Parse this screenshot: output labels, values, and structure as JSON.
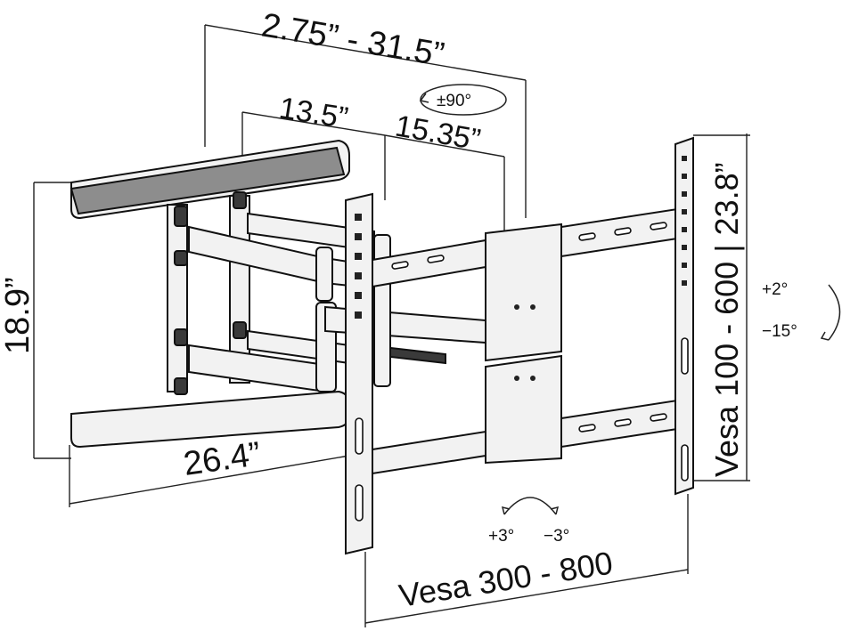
{
  "dimensions": {
    "arm_extension": "2.75” - 31.5”",
    "arm_segment_1": "13.5”",
    "arm_segment_2": "15.35”",
    "wall_plate_height": "18.9”",
    "wall_plate_width": "26.4”",
    "vesa_vertical": "Vesa 100 - 600 | 23.8”",
    "vesa_horizontal": "Vesa 300 - 800"
  },
  "rotation": {
    "swivel": "±90°",
    "tilt_up": "+2°",
    "tilt_down": "−15°",
    "level_plus": "+3°",
    "level_minus": "−3°"
  },
  "colors": {
    "line": "#111111",
    "part_fill": "#f2f2f2",
    "part_dark": "#3a3a3a"
  }
}
